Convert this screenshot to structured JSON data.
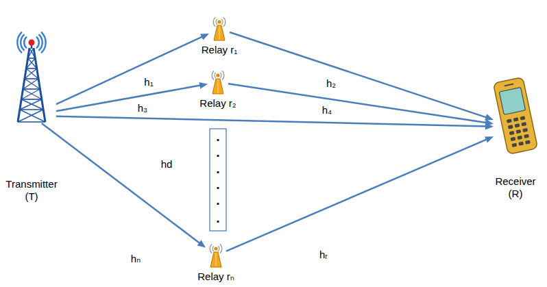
{
  "diagram": {
    "nodes": [
      {
        "text": [
          "Transmitter (T)"
        ]
      },
      {
        "text": [
          "Relay r₁"
        ]
      },
      {
        "text": [
          "Relay r₂"
        ]
      },
      {
        "text": [
          "Relay rₙ"
        ]
      },
      {
        "text": [
          "Receiver (R)"
        ]
      }
    ],
    "edges": [
      {
        "from": 0,
        "to": 1,
        "arrow": "to",
        "label": "h₁"
      },
      {
        "from": 1,
        "to": 4,
        "arrow": "to",
        "label": "h₂"
      },
      {
        "from": 0,
        "to": 2,
        "arrow": "to",
        "label": "h₃"
      },
      {
        "from": 2,
        "to": 4,
        "arrow": "to",
        "label": "h₄"
      },
      {
        "from": 0,
        "to": 4,
        "arrow": "to",
        "label": "hd"
      },
      {
        "from": 0,
        "to": 3,
        "arrow": "to",
        "label": "hₙ"
      },
      {
        "from": 3,
        "to": 4,
        "arrow": "to",
        "label": "hᵣ"
      }
    ]
  }
}
